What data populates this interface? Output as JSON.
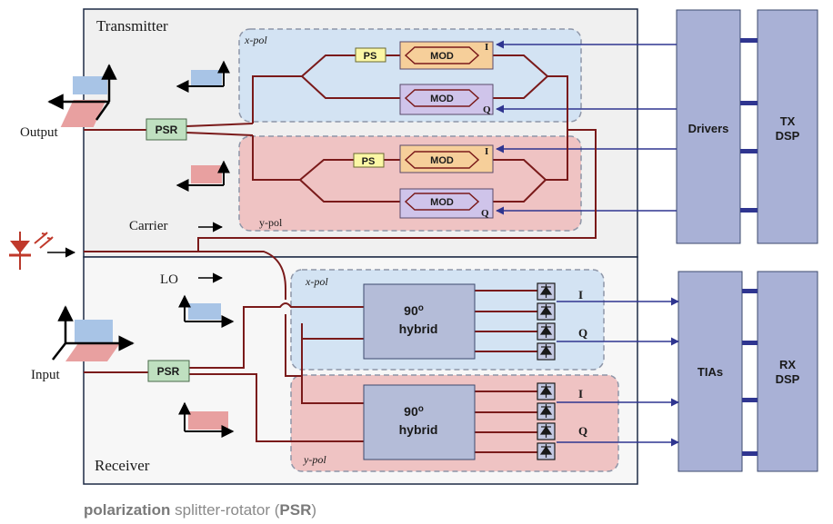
{
  "transmitter": {
    "title": "Transmitter",
    "xpol_label": "x-pol",
    "ypol_label": "y-pol",
    "ps_label": "PS",
    "mod_label": "MOD",
    "i_label": "I",
    "q_label": "Q",
    "carrier_label": "Carrier",
    "output_label": "Output",
    "psr_label": "PSR"
  },
  "receiver": {
    "title": "Receiver",
    "xpol_label": "x-pol",
    "ypol_label": "y-pol",
    "lo_label": "LO",
    "input_label": "Input",
    "psr_label": "PSR",
    "hybrid_line1": "90",
    "hybrid_sup": "o",
    "hybrid_line2": "hybrid",
    "i_label": "I",
    "q_label": "Q"
  },
  "blocks": {
    "drivers": "Drivers",
    "tx_dsp_line1": "TX",
    "tx_dsp_line2": "DSP",
    "tias": "TIAs",
    "rx_dsp_line1": "RX",
    "rx_dsp_line2": "DSP"
  },
  "caption": {
    "word1": "polarization",
    "middle": " splitter-rotator (",
    "abbr": "PSR",
    "end": ")"
  },
  "colors": {
    "waveguide": "#7a1a1a",
    "signal_arrow": "#2f3590",
    "block_fill": "#a9b1d6",
    "xpol_fill": "#d3e3f3",
    "ypol_fill": "#efc3c3",
    "psr_fill": "#bfe0c0",
    "ps_fill": "#fbf7a5",
    "mod_i_fill": "#f6cf9a",
    "mod_q_fill": "#cfc4ea"
  }
}
